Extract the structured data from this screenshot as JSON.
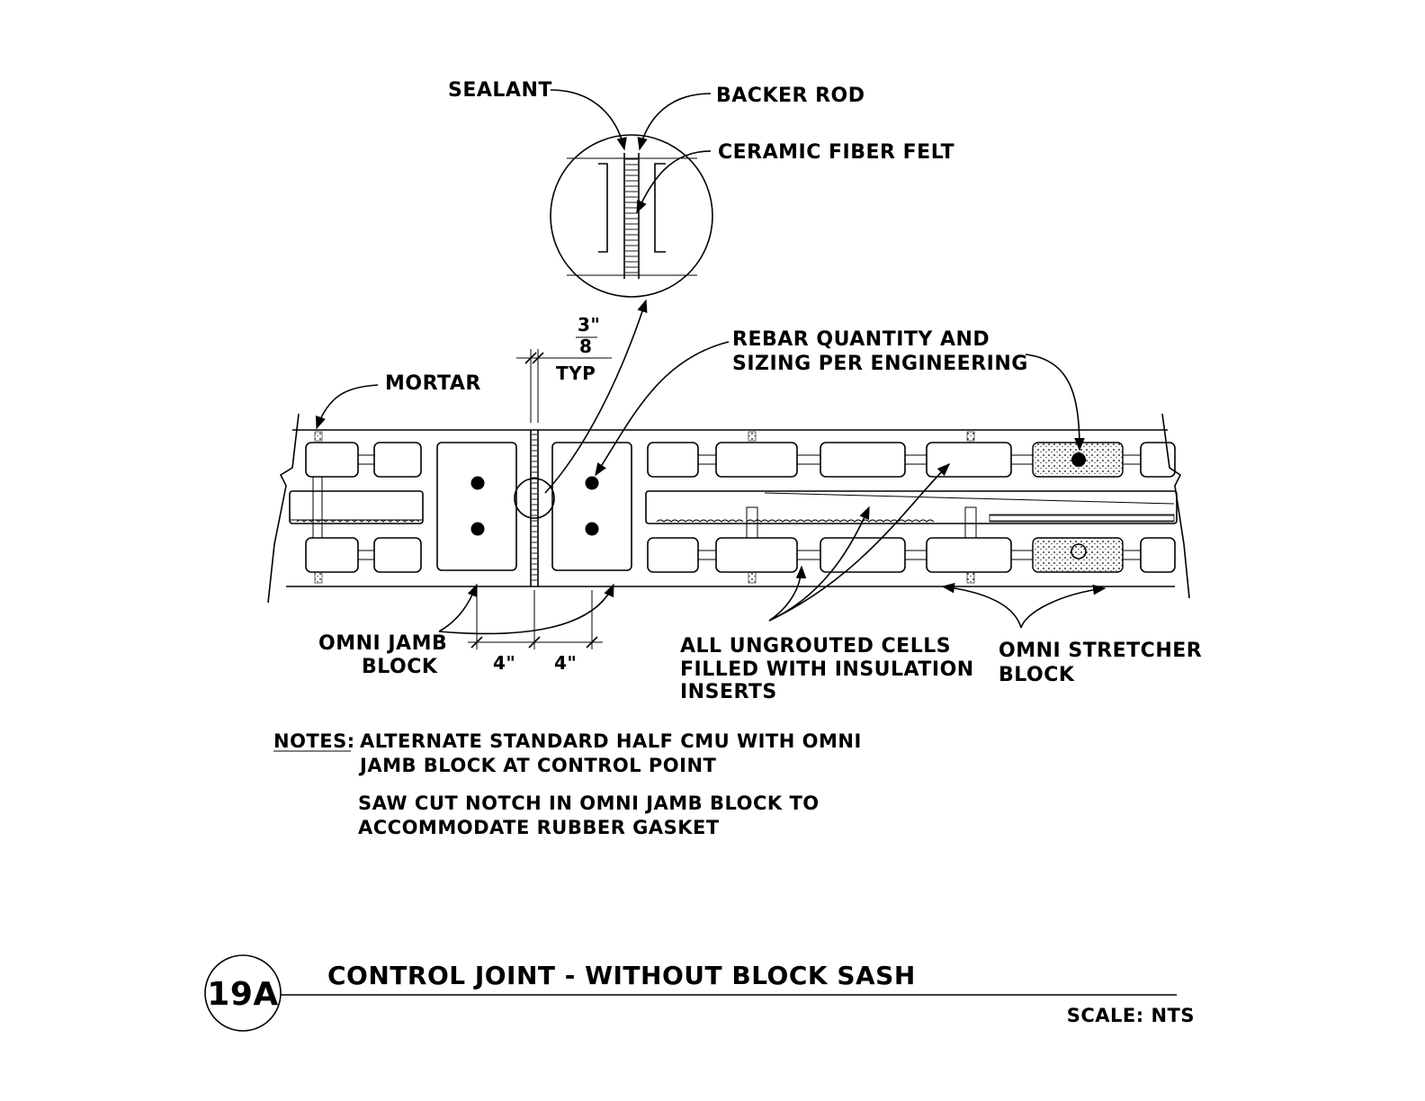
{
  "labels": {
    "sealant": "SEALANT",
    "backer_rod": "BACKER ROD",
    "ceramic_fiber_felt": "CERAMIC FIBER FELT",
    "dimension_fraction_num": "3\"",
    "dimension_fraction_den": "8",
    "dimension_typ": "TYP",
    "mortar": "MORTAR",
    "rebar_line1": "REBAR QUANTITY AND",
    "rebar_line2": "SIZING PER ENGINEERING",
    "omni_jamb_line1": "OMNI JAMB",
    "omni_jamb_line2": "BLOCK",
    "dim_left": "4\"",
    "dim_right": "4\"",
    "ungrouted_line1": "ALL UNGROUTED CELLS",
    "ungrouted_line2": "FILLED WITH INSULATION",
    "ungrouted_line3": "INSERTS",
    "stretcher_line1": "OMNI STRETCHER",
    "stretcher_line2": "BLOCK"
  },
  "notes": {
    "heading": "NOTES:",
    "note1_line1": "ALTERNATE STANDARD HALF CMU WITH OMNI",
    "note1_line2": "JAMB BLOCK AT CONTROL POINT",
    "note2_line1": "SAW CUT NOTCH IN OMNI JAMB BLOCK TO",
    "note2_line2": "ACCOMMODATE RUBBER GASKET"
  },
  "title_block": {
    "detail_number": "19A",
    "title": "CONTROL JOINT - WITHOUT BLOCK SASH",
    "scale": "SCALE: NTS"
  }
}
